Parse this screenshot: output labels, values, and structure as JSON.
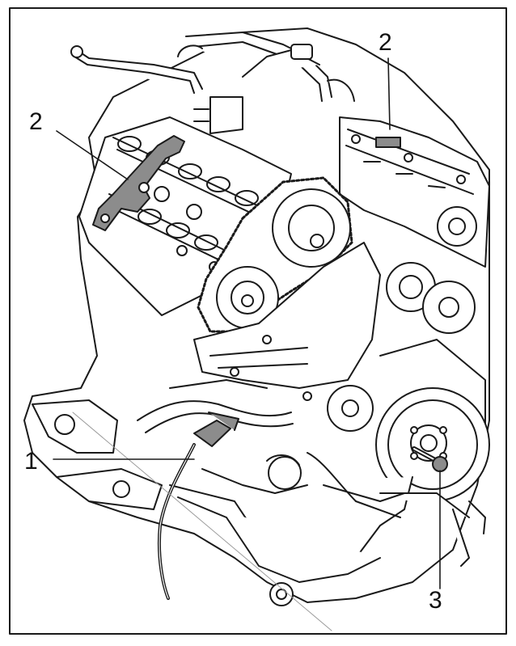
{
  "figure": {
    "callouts": [
      {
        "id": "callout-1",
        "label": "1"
      },
      {
        "id": "callout-2-left",
        "label": "2"
      },
      {
        "id": "callout-2-right",
        "label": "2"
      },
      {
        "id": "callout-3",
        "label": "3"
      }
    ],
    "colors": {
      "line": "#1a1a1a",
      "highlight": "#8c8c8c",
      "background": "#ffffff"
    }
  }
}
